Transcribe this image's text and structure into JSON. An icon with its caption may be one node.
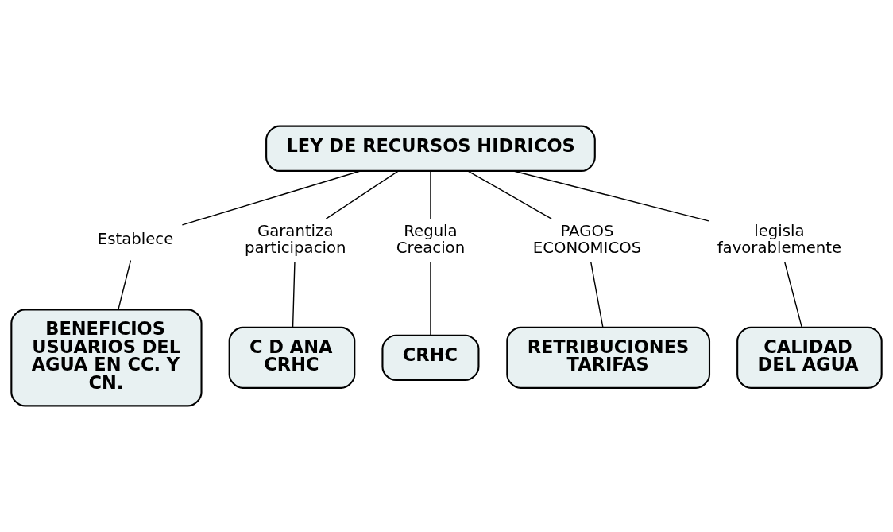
{
  "diagram": {
    "nodes": [
      {
        "text": [
          "LEY DE RECURSOS HIDRICOS"
        ]
      },
      {
        "text": [
          "Establece"
        ]
      },
      {
        "text": [
          "Garantiza participacion"
        ]
      },
      {
        "text": [
          "Regula Creacion"
        ]
      },
      {
        "text": [
          "PAGOS ECONOMICOS"
        ]
      },
      {
        "text": [
          "legisla favorablemente"
        ]
      },
      {
        "text": [
          "BENEFICIOS USUARIOS DEL AGUA EN CC. Y CN."
        ]
      },
      {
        "text": [
          "C D ANA CRHC"
        ]
      },
      {
        "text": [
          "CRHC"
        ]
      },
      {
        "text": [
          "RETRIBUCIONES TARIFAS"
        ]
      },
      {
        "text": [
          "CALIDAD DEL AGUA"
        ]
      }
    ],
    "edges": [
      {
        "from": 0,
        "to": 1,
        "arrow": "none"
      },
      {
        "from": 0,
        "to": 2,
        "arrow": "none"
      },
      {
        "from": 0,
        "to": 3,
        "arrow": "none"
      },
      {
        "from": 0,
        "to": 4,
        "arrow": "none"
      },
      {
        "from": 0,
        "to": 5,
        "arrow": "none"
      },
      {
        "from": 1,
        "to": 6,
        "arrow": "none"
      },
      {
        "from": 2,
        "to": 7,
        "arrow": "none"
      },
      {
        "from": 3,
        "to": 8,
        "arrow": "none"
      },
      {
        "from": 4,
        "to": 9,
        "arrow": "none"
      },
      {
        "from": 5,
        "to": 10,
        "arrow": "none"
      }
    ]
  }
}
